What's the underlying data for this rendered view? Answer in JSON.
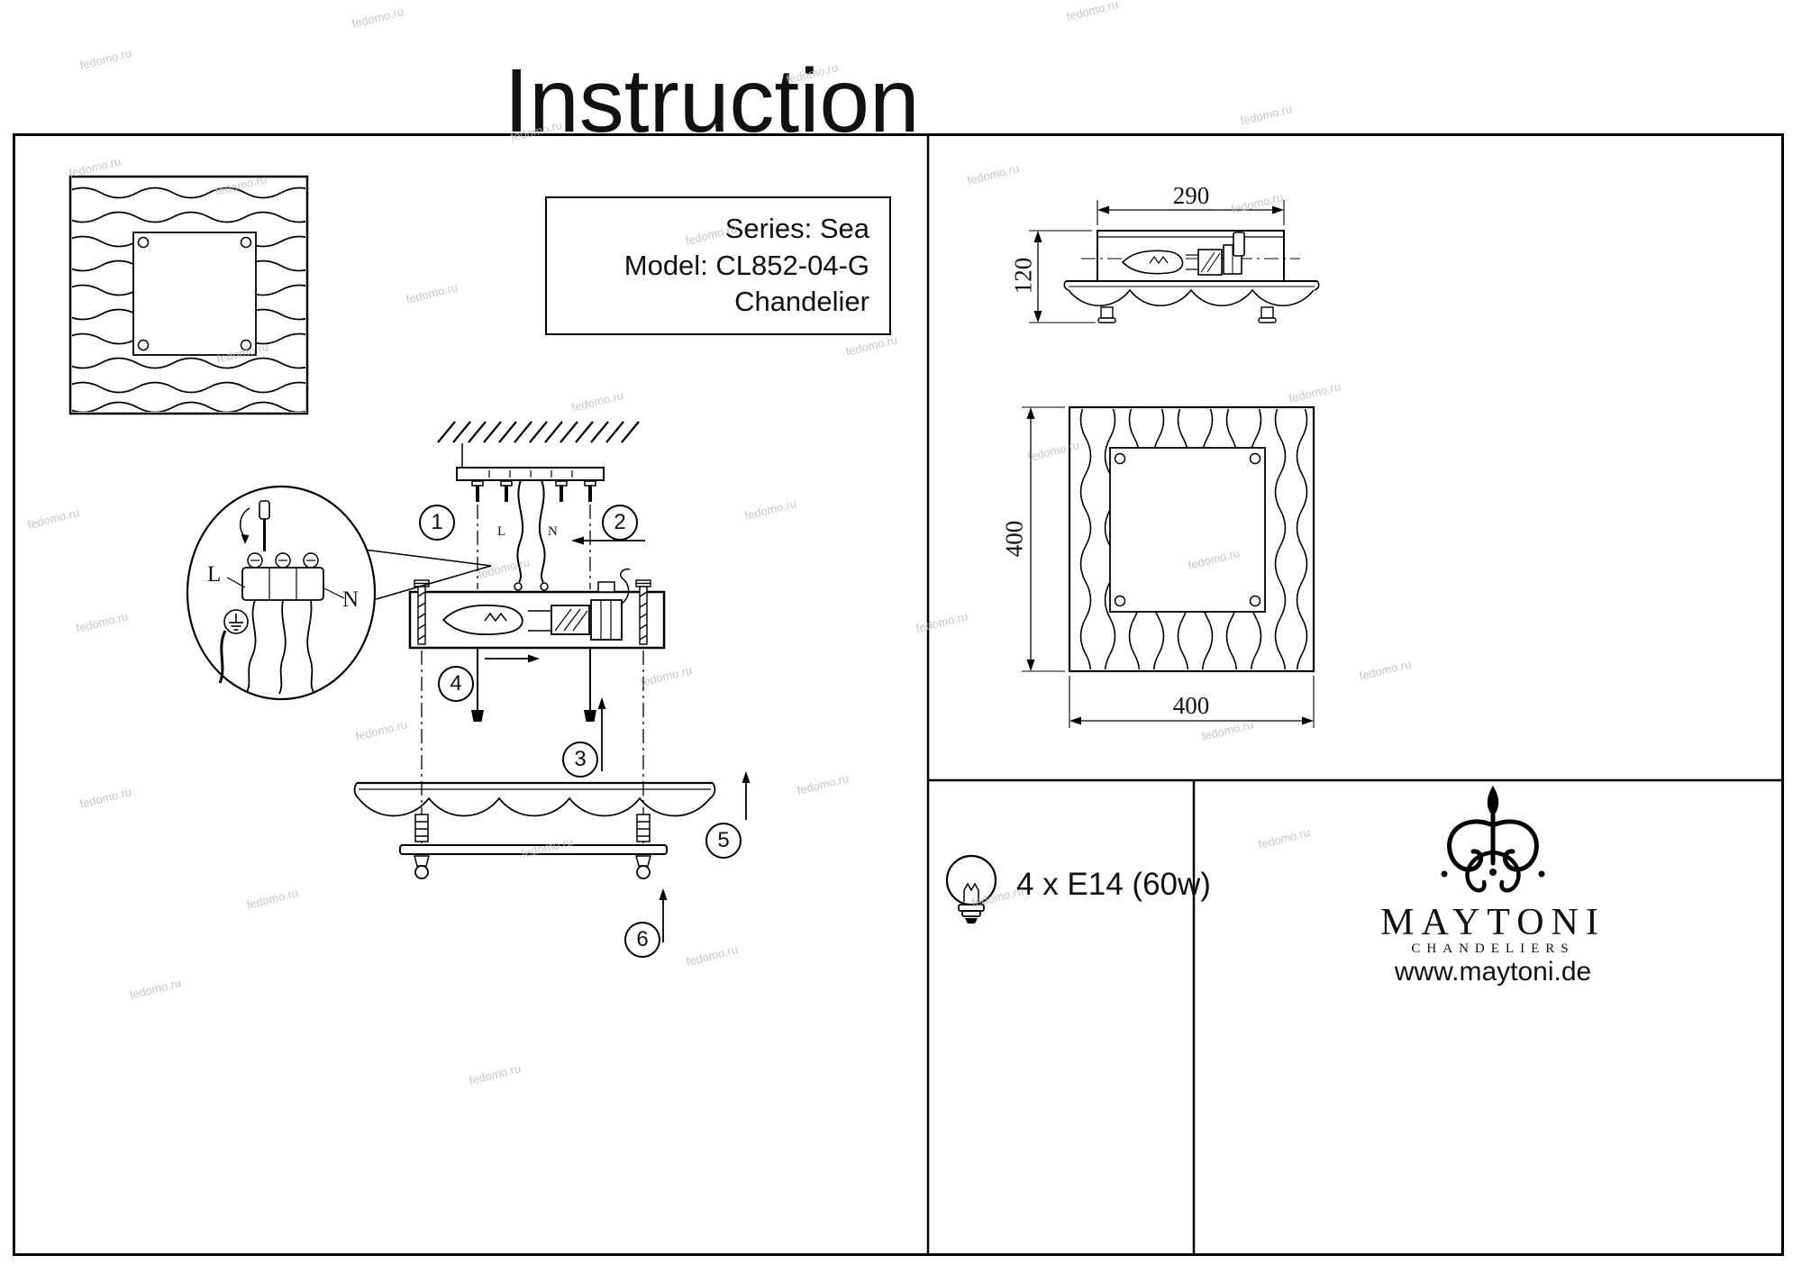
{
  "title": "Instruction",
  "watermark_text": "fedomo.ru",
  "info_box": {
    "series": "Series: Sea",
    "model": "Model: CL852-04-G",
    "type": "Chandelier"
  },
  "assembly": {
    "step_numbers": [
      "1",
      "2",
      "3",
      "4",
      "5",
      "6"
    ],
    "wire_live_label": "L",
    "wire_neutral_label": "N"
  },
  "wiring_detail": {
    "live_label": "L",
    "neutral_label": "N"
  },
  "dimensions": {
    "canopy_width_mm": "290",
    "canopy_height_mm": "120",
    "plate_height_mm": "400",
    "plate_width_mm": "400"
  },
  "spec": {
    "bulbs": "4 x E14 (60w)"
  },
  "brand": {
    "name": "MAYTONI",
    "subtitle": "CHANDELIERS",
    "website": "www.maytoni.de"
  }
}
